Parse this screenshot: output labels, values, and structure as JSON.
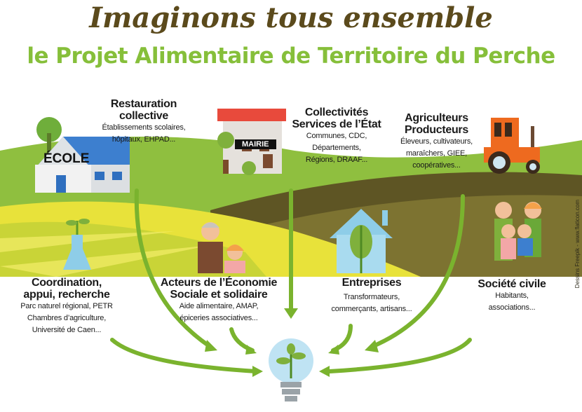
{
  "title": "Imaginons tous ensemble",
  "subtitle": "le Projet Alimentaire de Territoire du Perche",
  "labels": {
    "school": "ÉCOLE",
    "town_hall": "MAIRIE"
  },
  "groups": [
    {
      "heading": [
        "Restauration",
        "collective"
      ],
      "details": [
        "Établissements scolaires,",
        "hôpitaux, EHPAD..."
      ]
    },
    {
      "heading": [
        "Collectivités",
        "Services de l’État"
      ],
      "details": [
        "Communes, CDC,",
        "Départements,",
        "Régions, DRAAF..."
      ]
    },
    {
      "heading": [
        "Agriculteurs",
        "Producteurs"
      ],
      "details": [
        "Éleveurs, cultivateurs,",
        "maraîchers, GIEE,",
        "coopératives..."
      ]
    },
    {
      "heading": [
        "Coordination,",
        "appui, recherche"
      ],
      "details": [
        "Parc naturel régional, PETR",
        "Chambres d’agriculture,",
        "Université de Caen..."
      ]
    },
    {
      "heading": [
        "Acteurs de l’Économie",
        "Sociale et solidaire"
      ],
      "details": [
        "Aide alimentaire, AMAP,",
        "épiceries associatives..."
      ]
    },
    {
      "heading": [
        "Entreprises"
      ],
      "details": [
        "Transformateurs,",
        "commerçants, artisans..."
      ]
    },
    {
      "heading": [
        "Société civile"
      ],
      "details": [
        "Habitants,",
        "associations..."
      ]
    }
  ],
  "credit": "Dessins Freepik - www.flaticon.com",
  "colors": {
    "title": "#5b4a1c",
    "subtitle": "#86bf3a",
    "arrow": "#7ab32e"
  }
}
